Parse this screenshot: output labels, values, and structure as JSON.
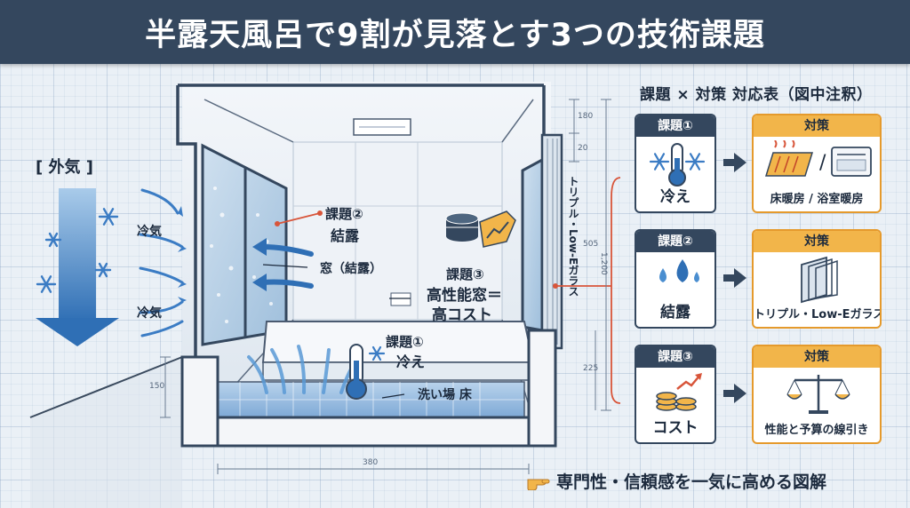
{
  "header": {
    "title": "半露天風呂で9割が見落とす3つの技術課題"
  },
  "scene": {
    "outside_label": "[ 外気 ]",
    "cold_air_1": "冷気",
    "cold_air_2": "冷気",
    "issue2_label": "課題②",
    "issue2_name": "結露",
    "window_label": "窓（結露）",
    "issue3_label": "課題③",
    "issue3_line1": "高性能窓＝",
    "issue3_line2": "高コスト",
    "issue1_label": "課題①",
    "issue1_name": "冷え",
    "floor_label": "洗い場 床",
    "glass_label": "トリプル・Low-Eガラス",
    "dims": {
      "d180": "180",
      "d20": "20",
      "d505": "505",
      "d1200": "1,200",
      "d225": "225",
      "d150": "150",
      "d380": "380"
    }
  },
  "table": {
    "title": "課題 × 対策 対応表（図中注釈）",
    "rows": [
      {
        "issue_cap": "課題①",
        "issue_name": "冷え",
        "issue_icon": "thermometer-snow-icon",
        "measure_cap": "対策",
        "measure_name": "床暖房 / 浴室暖房",
        "measure_icon": "floor-heater-icon"
      },
      {
        "issue_cap": "課題②",
        "issue_name": "結露",
        "issue_icon": "water-drops-icon",
        "measure_cap": "対策",
        "measure_name": "トリプル・Low-Eガラス",
        "measure_icon": "triple-glass-icon"
      },
      {
        "issue_cap": "課題③",
        "issue_name": "コスト",
        "issue_icon": "coins-icon",
        "measure_cap": "対策",
        "measure_name": "性能と予算の線引き",
        "measure_icon": "balance-scale-icon"
      }
    ],
    "heater_slash": "/"
  },
  "footer": {
    "icon": "pointing-hand-icon",
    "text": "専門性・信頼感を一気に高める図解"
  },
  "colors": {
    "header_bg": "#34475e",
    "accent_orange": "#f2b54a",
    "arrow_blue": "#2f6fb5",
    "callout_red": "#d8553a"
  }
}
